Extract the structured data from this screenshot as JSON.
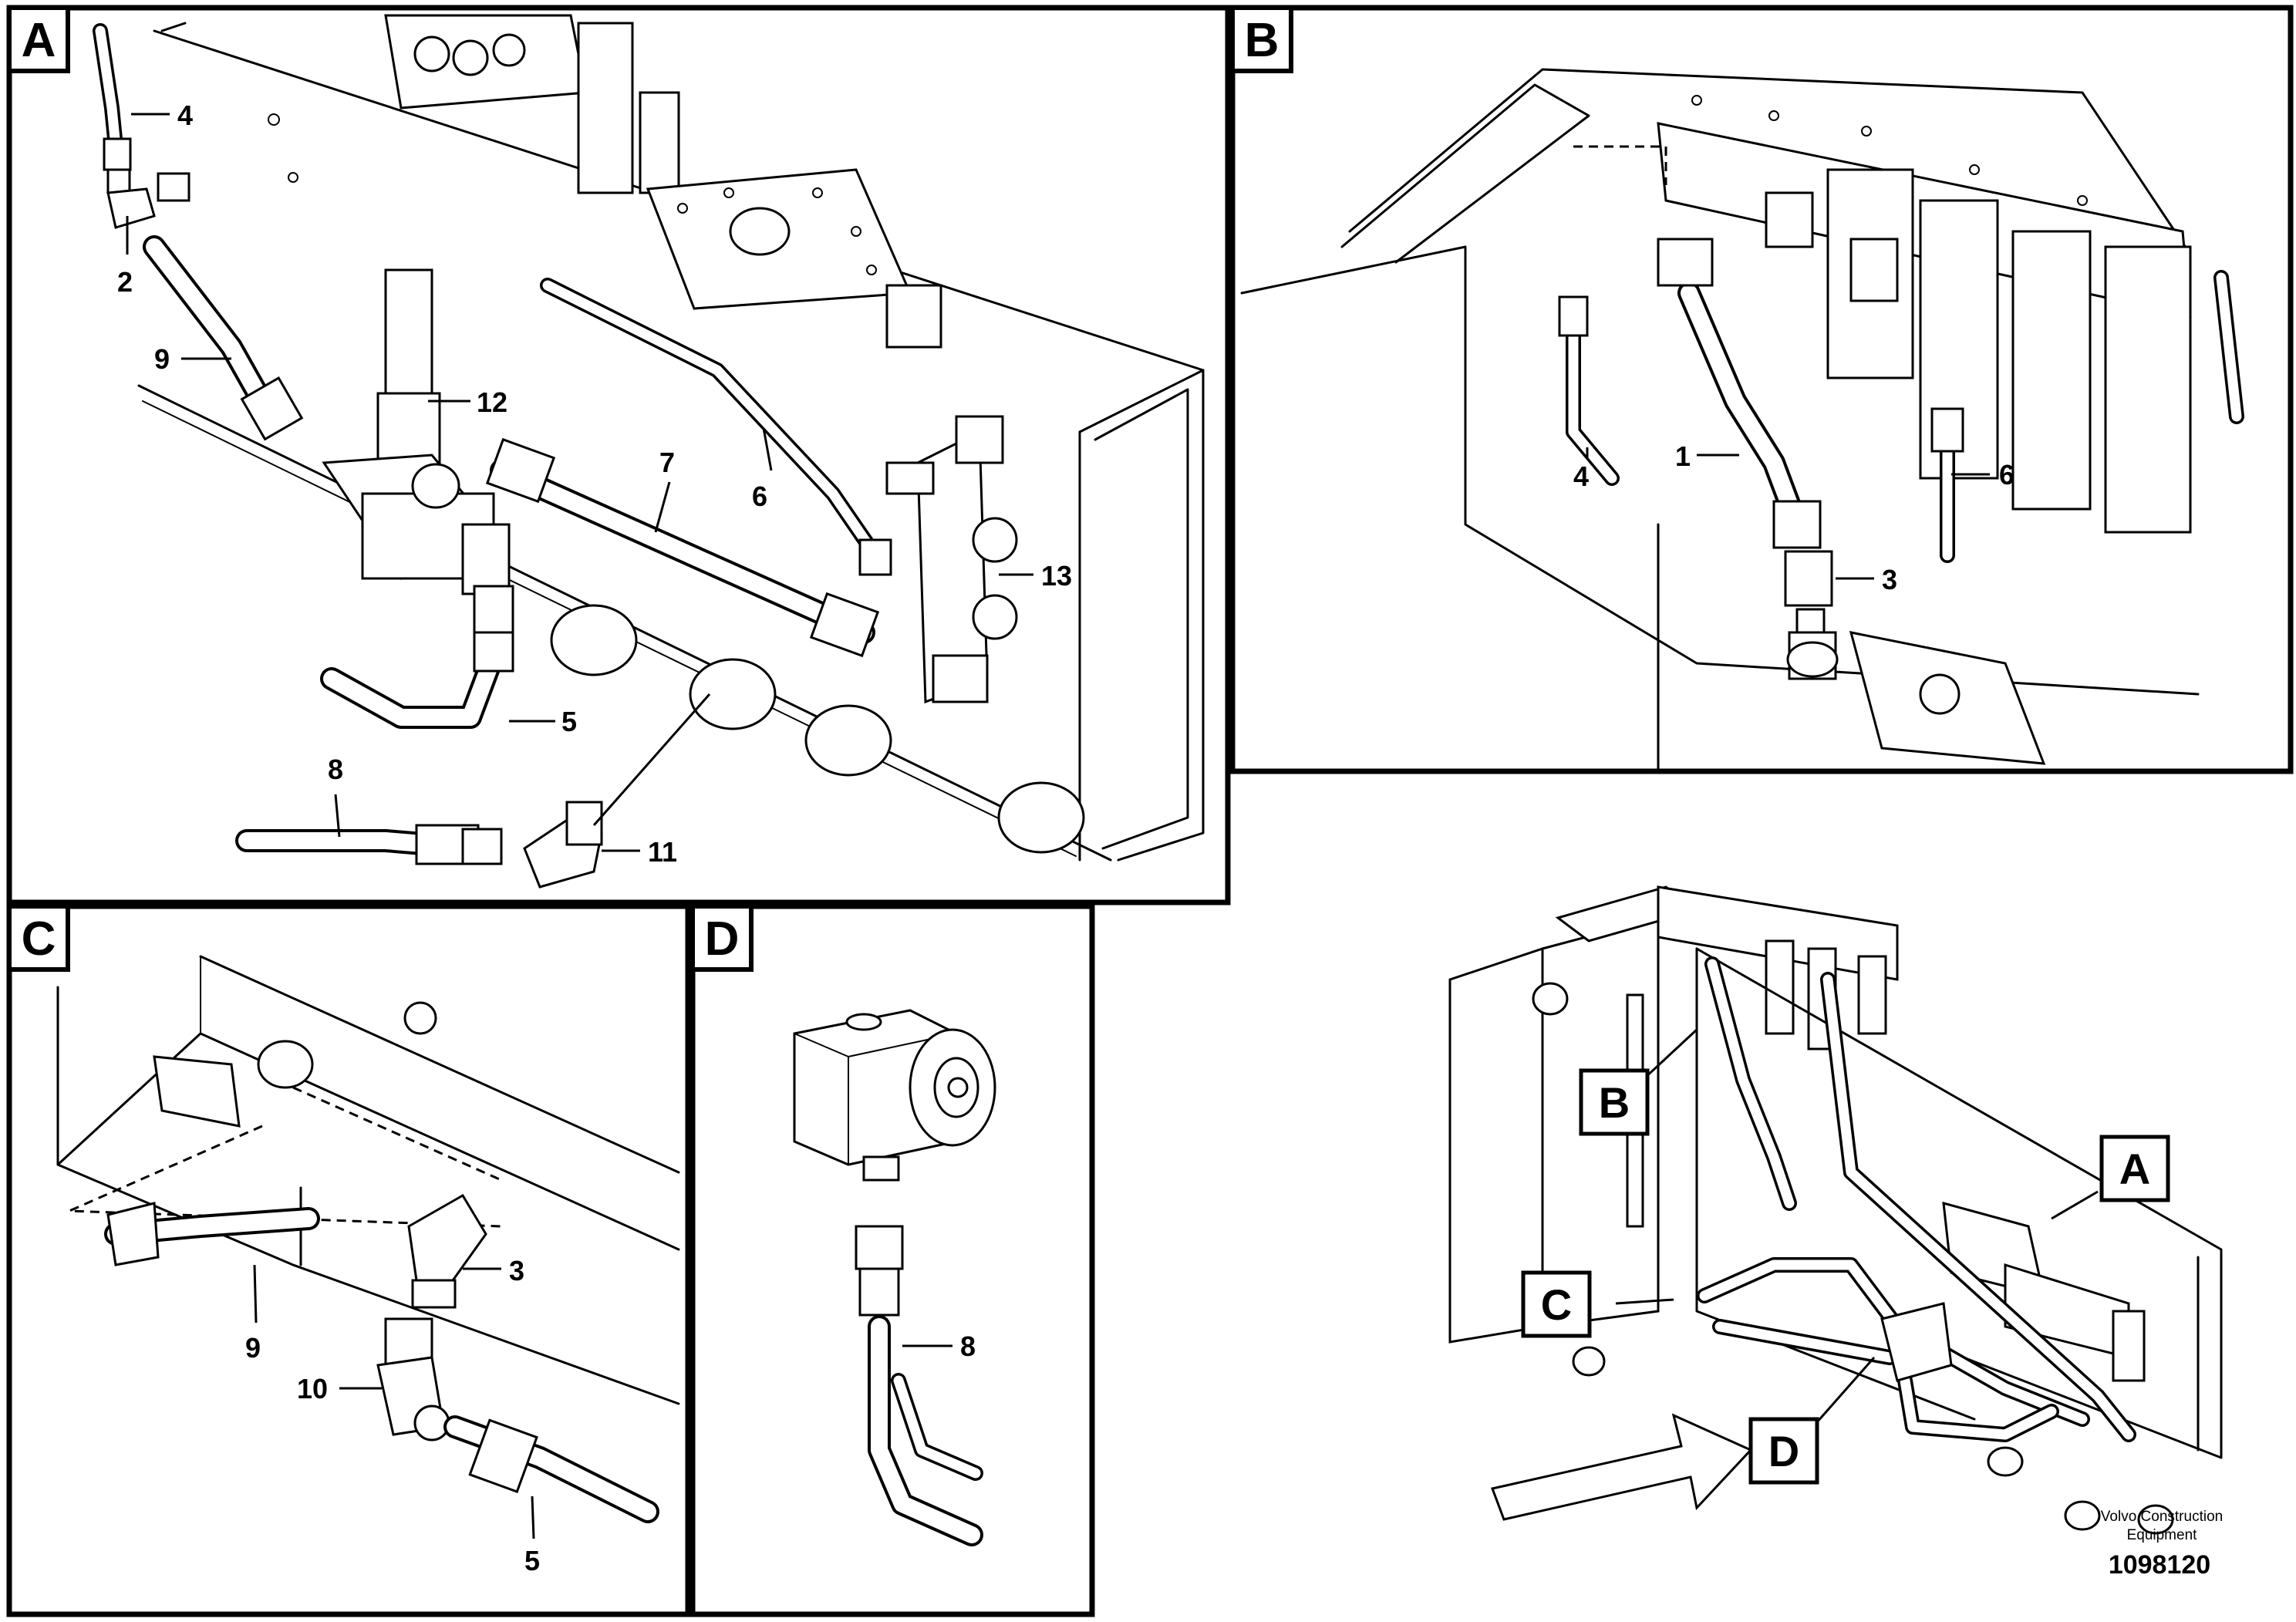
{
  "panels": {
    "A": {
      "tag": "A",
      "callouts": [
        {
          "id": "4",
          "label": "4"
        },
        {
          "id": "2",
          "label": "2"
        },
        {
          "id": "9",
          "label": "9"
        },
        {
          "id": "12",
          "label": "12"
        },
        {
          "id": "7",
          "label": "7"
        },
        {
          "id": "6",
          "label": "6"
        },
        {
          "id": "13",
          "label": "13"
        },
        {
          "id": "5",
          "label": "5"
        },
        {
          "id": "8",
          "label": "8"
        },
        {
          "id": "11",
          "label": "11"
        }
      ]
    },
    "B": {
      "tag": "B",
      "callouts": [
        {
          "id": "4",
          "label": "4"
        },
        {
          "id": "1",
          "label": "1"
        },
        {
          "id": "6",
          "label": "6"
        },
        {
          "id": "3",
          "label": "3"
        }
      ]
    },
    "C": {
      "tag": "C",
      "callouts": [
        {
          "id": "3",
          "label": "3"
        },
        {
          "id": "9",
          "label": "9"
        },
        {
          "id": "10",
          "label": "10"
        },
        {
          "id": "5",
          "label": "5"
        }
      ]
    },
    "D": {
      "tag": "D",
      "callouts": [
        {
          "id": "8",
          "label": "8"
        }
      ]
    }
  },
  "overview": {
    "tags": [
      "A",
      "B",
      "C",
      "D"
    ]
  },
  "footer": {
    "brand_line1": "Volvo Construction",
    "brand_line2": "Equipment",
    "doc_number": "1098120"
  }
}
